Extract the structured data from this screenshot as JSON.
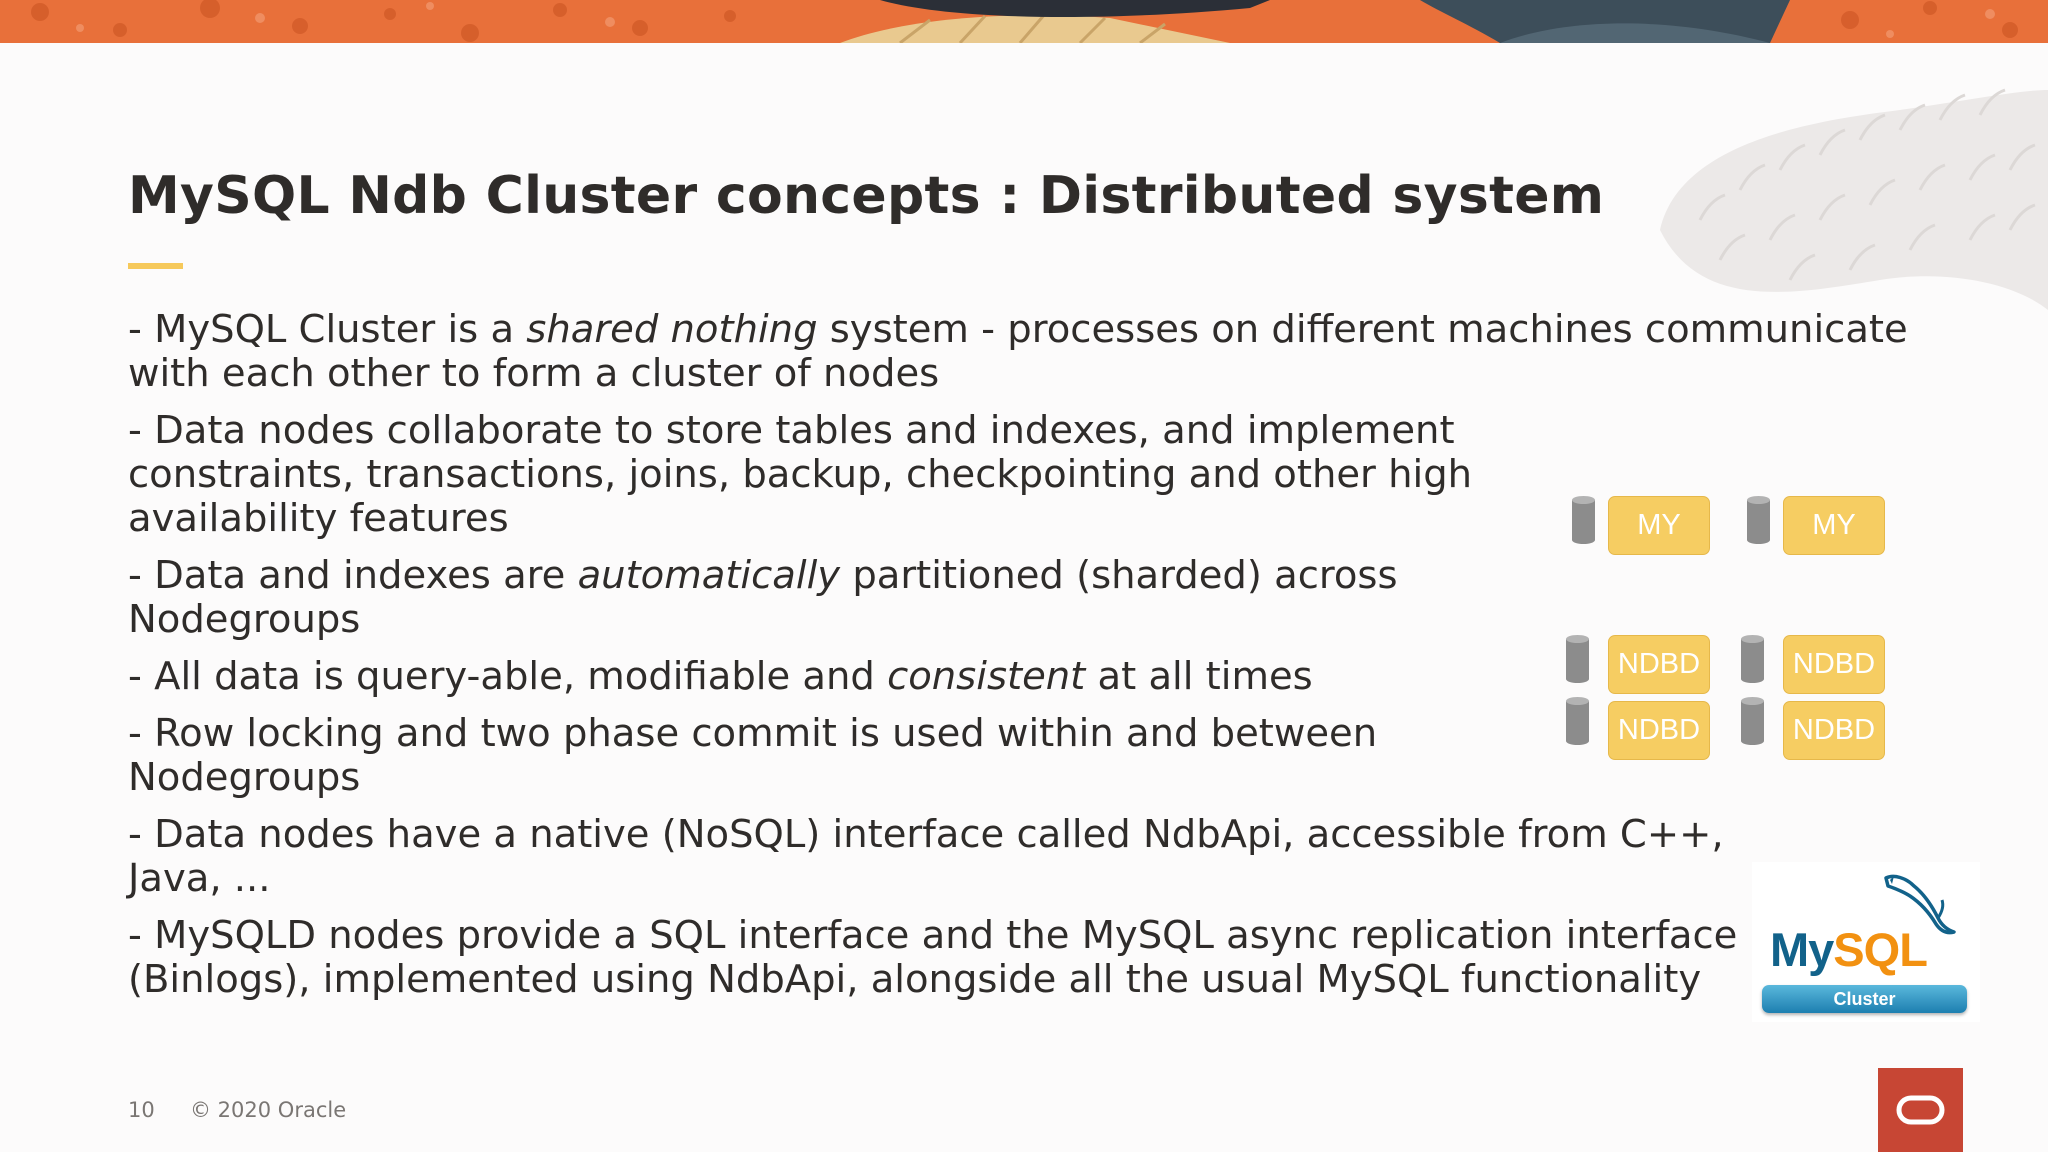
{
  "slide": {
    "title": "MySQL Ndb Cluster concepts : Distributed system",
    "bullets": [
      [
        {
          "t": "- MySQL Cluster is a "
        },
        {
          "t": "shared nothing",
          "i": true
        },
        {
          "t": " system - processes on different machines communicate with each other to form a cluster of nodes"
        }
      ],
      [
        {
          "t": "- Data nodes collaborate to store tables and indexes, and implement constraints, transactions, joins, backup, checkpointing and other high availability features"
        }
      ],
      [
        {
          "t": "- Data and indexes are "
        },
        {
          "t": "automatically",
          "i": true
        },
        {
          "t": " partitioned (sharded) across Nodegroups"
        }
      ],
      [
        {
          "t": "- All data is query-able, modifiable and "
        },
        {
          "t": "consistent",
          "i": true
        },
        {
          "t": " at all times"
        }
      ],
      [
        {
          "t": "- Row locking and two phase commit is used within and between Nodegroups"
        }
      ],
      [
        {
          "t": "- Data nodes have a native (NoSQL) interface called NdbApi, accessible from C++, Java, ..."
        }
      ],
      [
        {
          "t": "- MySQLD nodes provide a SQL interface and the MySQL async replication interface (Binlogs), implemented using NdbApi, alongside all the usual MySQL functionality"
        }
      ]
    ]
  },
  "diagram": {
    "mysqld_nodes": [
      "MY",
      "MY"
    ],
    "data_nodes": [
      "NDBD",
      "NDBD",
      "NDBD",
      "NDBD"
    ]
  },
  "logo": {
    "my": "My",
    "sql": "SQL",
    "badge": "Cluster"
  },
  "footer": {
    "page_number": "10",
    "copyright": "© 2020 Oracle"
  },
  "colors": {
    "accent_rule": "#f6c95b",
    "node_fill": "#f6cd62",
    "oracle_red": "#c74634"
  },
  "icons": {
    "database": "database-cylinder-icon",
    "oracle": "oracle-logo-icon",
    "dolphin": "mysql-dolphin-icon"
  }
}
